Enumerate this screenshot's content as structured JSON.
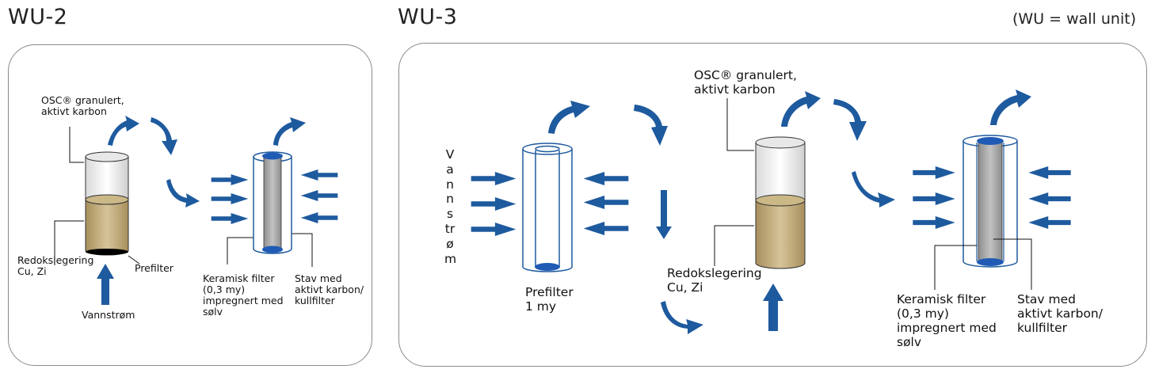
{
  "header": {
    "left_title": "WU-2",
    "right_title": "WU-3",
    "legend_note": "(WU = wall unit)"
  },
  "colors": {
    "arrow_blue": "#1e5a9e",
    "cap_blue": "#1f5bb5",
    "sediment": "#bda778",
    "rod_grey": "#a8a8a8",
    "panel_border": "#8a8a8a"
  },
  "wu2": {
    "osc_label": "OSC® granulert,\naktivt karbon",
    "redox_label": "Redokslegering\nCu, Zi",
    "prefilter_label": "Prefilter",
    "water_label": "Vannstrøm",
    "ceramic_label": "Keramisk filter\n(0,3 my)\nimpregnert med\nsølv",
    "rod_label": "Stav med\naktivt karbon/\nkullfilter"
  },
  "wu3": {
    "water_label": "Vannstrøm",
    "prefilter_label": "Prefilter\n1 my",
    "osc_label": "OSC® granulert,\naktivt karbon",
    "redox_label": "Redokslegering\nCu, Zi",
    "ceramic_label": "Keramisk filter\n(0,3 my)\nimpregnert med\nsølv",
    "rod_label": "Stav med\naktivt karbon/\nkullfilter"
  }
}
